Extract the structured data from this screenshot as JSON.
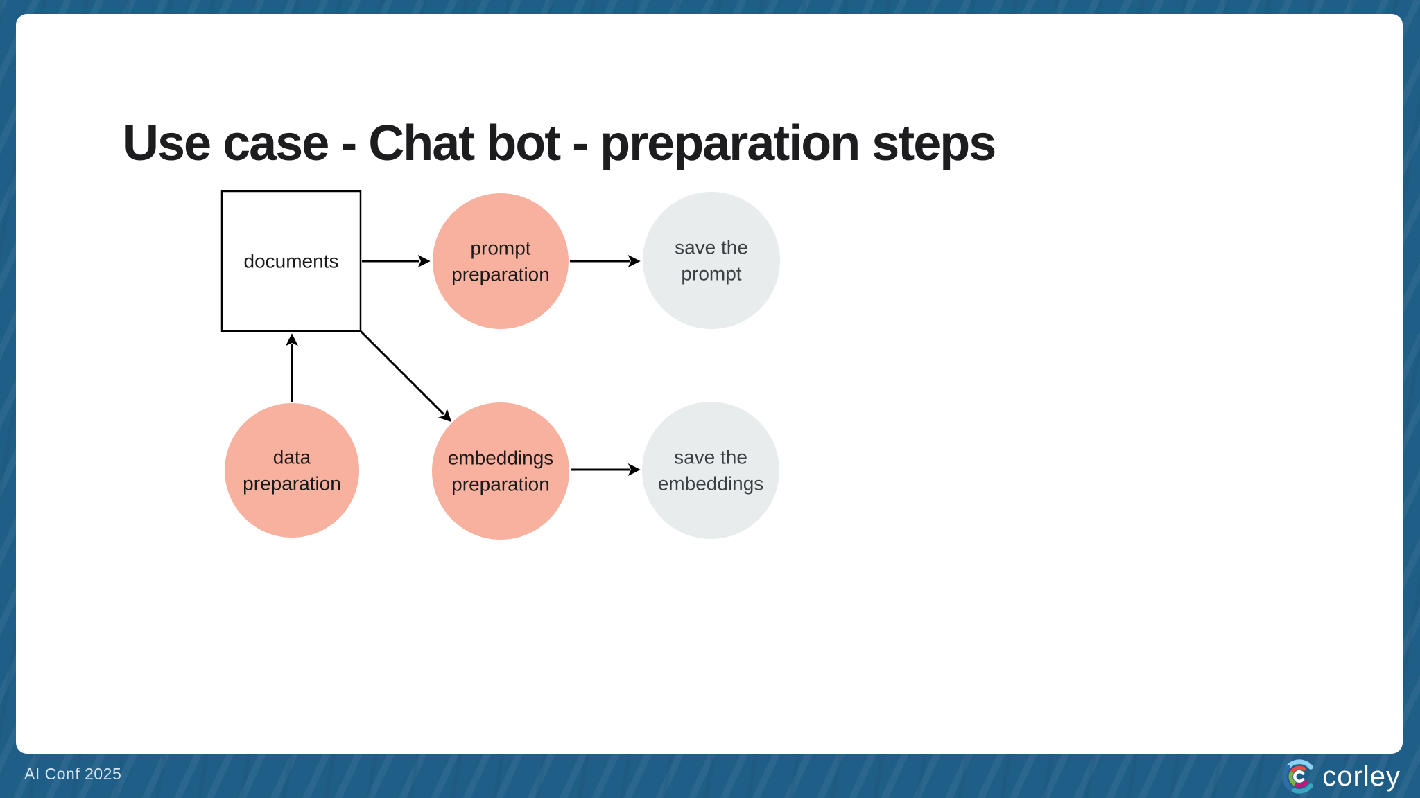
{
  "slide": {
    "title": "Use case - Chat bot - preparation steps"
  },
  "diagram": {
    "nodes": {
      "documents": {
        "shape": "rectangle",
        "label": "documents"
      },
      "prompt_preparation": {
        "shape": "circle",
        "line1": "prompt",
        "line2": "preparation",
        "fill_key": "node_salmon"
      },
      "save_the_prompt": {
        "shape": "circle",
        "line1": "save the",
        "line2": "prompt",
        "fill_key": "node_gray"
      },
      "data_preparation": {
        "shape": "circle",
        "line1": "data",
        "line2": "preparation",
        "fill_key": "node_salmon"
      },
      "embeddings_preparation": {
        "shape": "circle",
        "line1": "embeddings",
        "line2": "preparation",
        "fill_key": "node_salmon"
      },
      "save_the_embeddings": {
        "shape": "circle",
        "line1": "save the",
        "line2": "embeddings",
        "fill_key": "node_gray"
      }
    },
    "edges": [
      {
        "from": "documents",
        "to": "prompt_preparation"
      },
      {
        "from": "prompt_preparation",
        "to": "save_the_prompt"
      },
      {
        "from": "data_preparation",
        "to": "documents"
      },
      {
        "from": "documents",
        "to": "embeddings_preparation"
      },
      {
        "from": "embeddings_preparation",
        "to": "save_the_embeddings"
      }
    ]
  },
  "footer": {
    "event": "AI Conf 2025",
    "brand": "corley"
  },
  "colors": {
    "background_blue": "#1f5e87",
    "slide_white": "#ffffff",
    "node_salmon": "#f8b19e",
    "node_gray": "#e8eced",
    "node_stroke": "#000000",
    "arrow_black": "#000000",
    "title_text": "#1d1d20",
    "footer_text": "#d6e6f1"
  }
}
